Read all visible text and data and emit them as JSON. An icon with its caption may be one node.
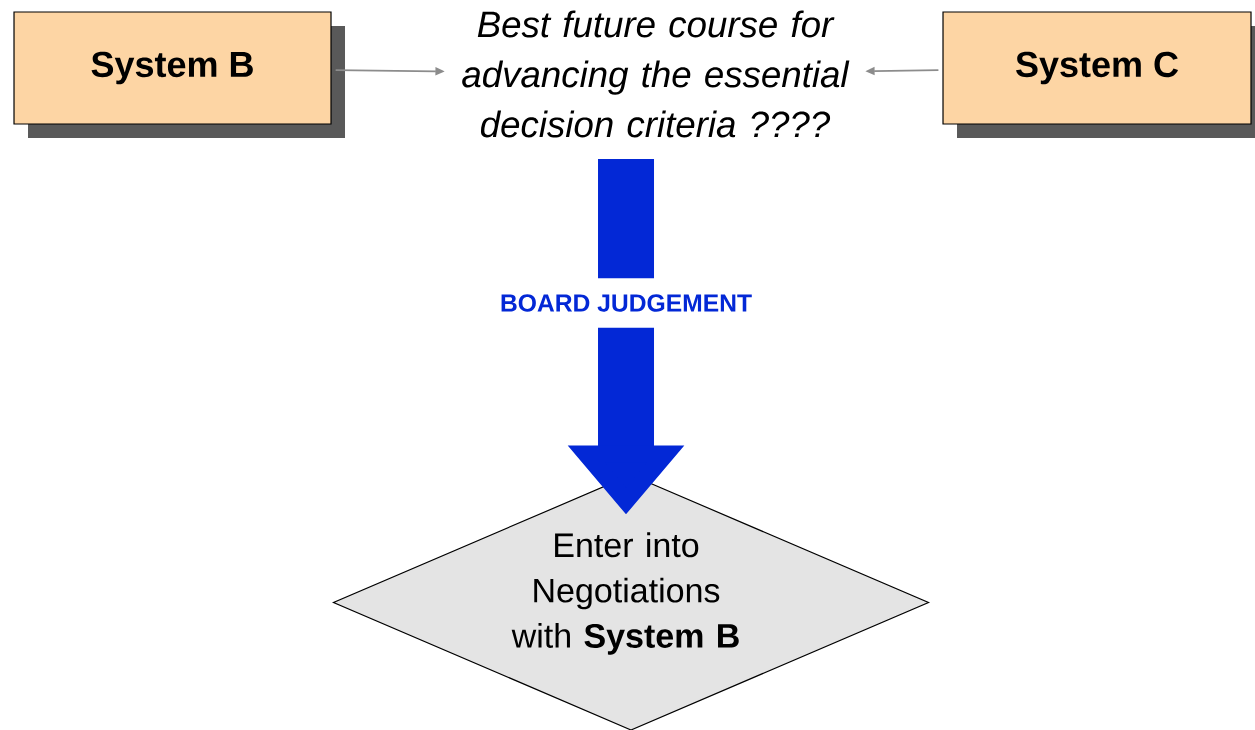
{
  "diagram": {
    "nodes": [
      {
        "text": [
          "System B"
        ]
      },
      {
        "text": [
          "Best future course for advancing the essential decision criteria ????"
        ]
      },
      {
        "text": [
          "System C"
        ]
      },
      {
        "text": [
          "Enter into Negotiations with **System B**"
        ]
      }
    ],
    "edges": [
      {
        "from": 0,
        "to": 1,
        "arrow": "to"
      },
      {
        "from": 2,
        "to": 1,
        "arrow": "to"
      },
      {
        "from": 1,
        "to": 3,
        "arrow": "to",
        "label": "BOARD JUDGEMENT",
        "style": "thick",
        "color": "#0328d6"
      }
    ]
  }
}
